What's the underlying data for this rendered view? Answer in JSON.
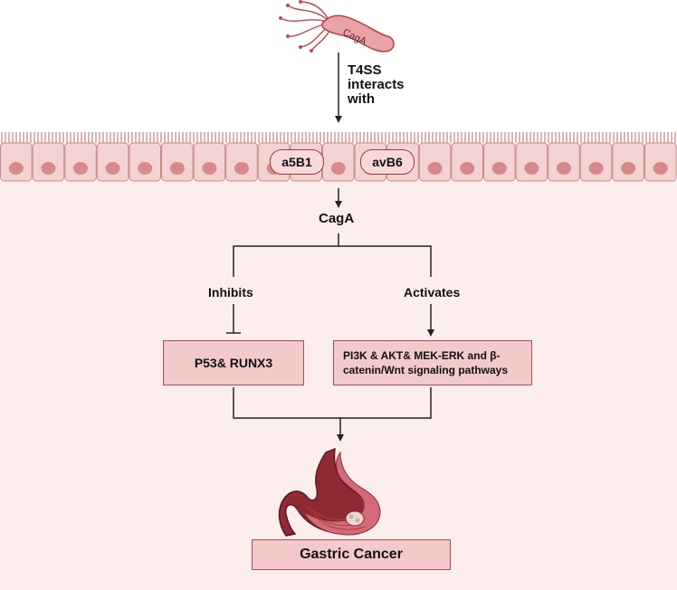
{
  "bacterium": {
    "label": "CagA"
  },
  "arrow_label": "T4SS\ninteracts\nwith",
  "receptors": [
    {
      "label": "a5B1"
    },
    {
      "label": "avB6"
    }
  ],
  "cagA_label": "CagA",
  "branches": {
    "left_label": "Inhibits",
    "right_label": "Activates"
  },
  "boxes": {
    "left": "P53& RUNX3",
    "right": "PI3K & AKT& MEK-ERK and β-catenin/Wnt signaling pathways",
    "outcome": "Gastric Cancer"
  },
  "colors": {
    "cell_fill": "#f3d3d1",
    "cell_border": "#c98a88",
    "nucleus": "#d88a8a",
    "box_fill": "#f3c9c9",
    "box_border": "#b04a4f",
    "background_lower": "#fdeeee",
    "stomach_dark": "#8f2a34",
    "stomach_light": "#d46a78"
  },
  "icons": [
    "bacterium-icon",
    "stomach-icon"
  ]
}
